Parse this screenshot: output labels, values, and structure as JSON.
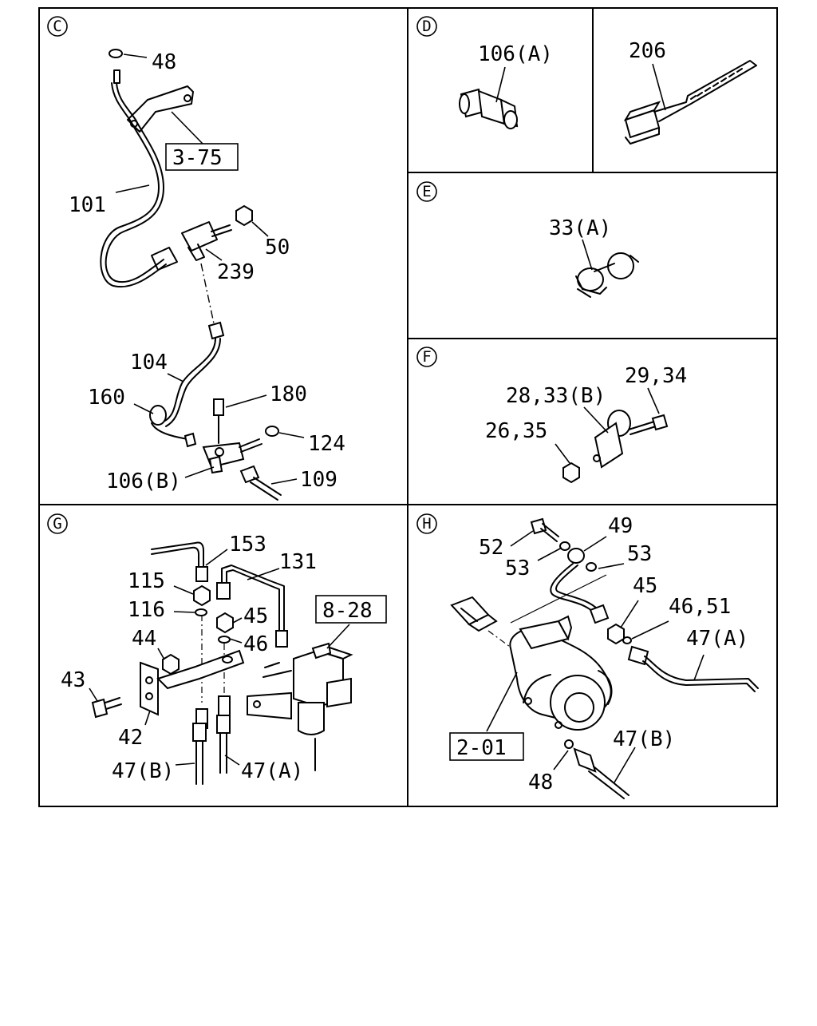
{
  "sections": {
    "C": "C",
    "D": "D",
    "E": "E",
    "F": "F",
    "G": "G",
    "H": "H"
  },
  "labels": {
    "c_48": "48",
    "c_3_75": "3-75",
    "c_101": "101",
    "c_50": "50",
    "c_239": "239",
    "c_104": "104",
    "c_160": "160",
    "c_180": "180",
    "c_124": "124",
    "c_106b": "106(B)",
    "c_109": "109",
    "d_106a": "106(A)",
    "d_206": "206",
    "e_33a": "33(A)",
    "f_29_34": "29,34",
    "f_28_33b": "28,33(B)",
    "f_26_35": "26,35",
    "g_153": "153",
    "g_131": "131",
    "g_115": "115",
    "g_116": "116",
    "g_45": "45",
    "g_46": "46",
    "g_8_28": "8-28",
    "g_44": "44",
    "g_43": "43",
    "g_42": "42",
    "g_47b": "47(B)",
    "g_47a": "47(A)",
    "h_52": "52",
    "h_49": "49",
    "h_53a": "53",
    "h_53b": "53",
    "h_45": "45",
    "h_46_51": "46,51",
    "h_47a": "47(A)",
    "h_2_01": "2-01",
    "h_47b": "47(B)",
    "h_48": "48"
  }
}
